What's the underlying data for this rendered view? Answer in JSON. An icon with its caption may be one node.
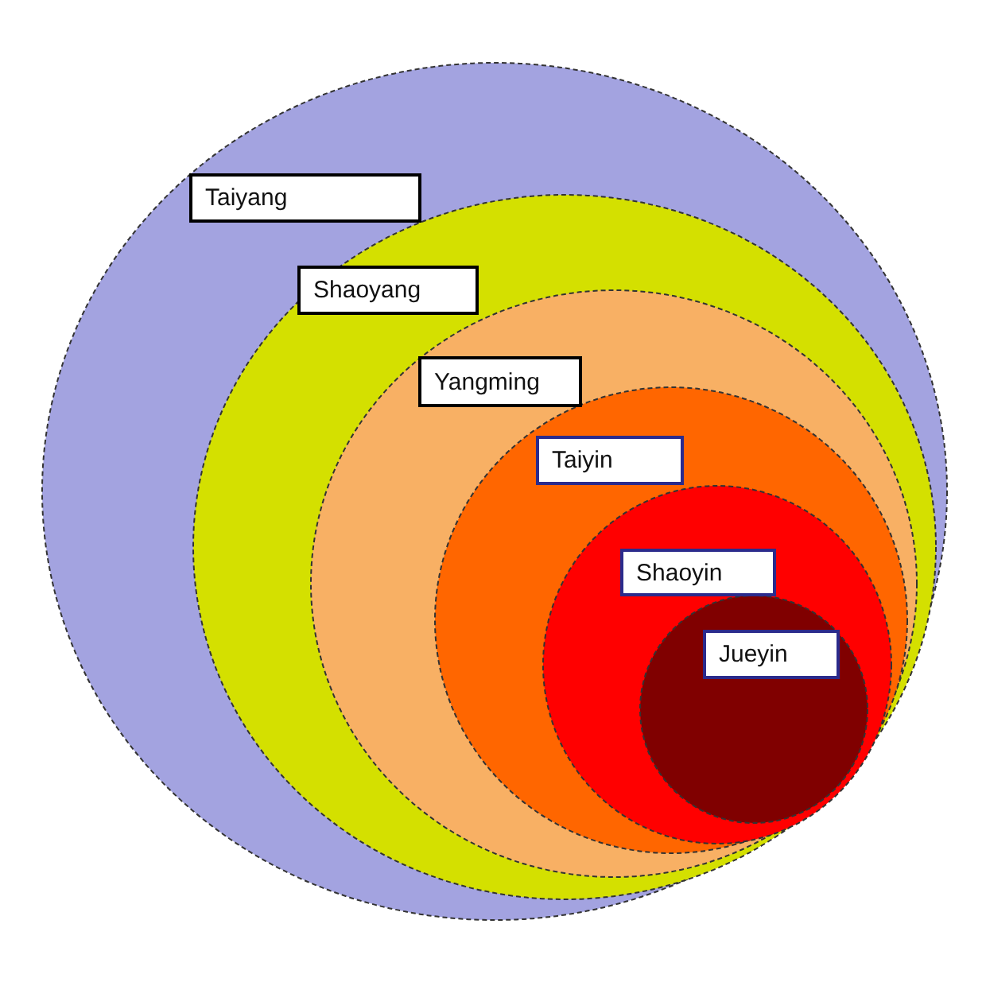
{
  "diagram": {
    "nodes": [
      {
        "text": [
          "Taiyang"
        ]
      },
      {
        "text": [
          "Shaoyang"
        ],
        "in": 0
      },
      {
        "text": [
          "Yangming"
        ],
        "in": 1
      },
      {
        "text": [
          "Taiyin"
        ],
        "in": 2
      },
      {
        "text": [
          "Shaoyin"
        ],
        "in": 3
      },
      {
        "text": [
          "Jueyin"
        ],
        "in": 4
      }
    ]
  }
}
